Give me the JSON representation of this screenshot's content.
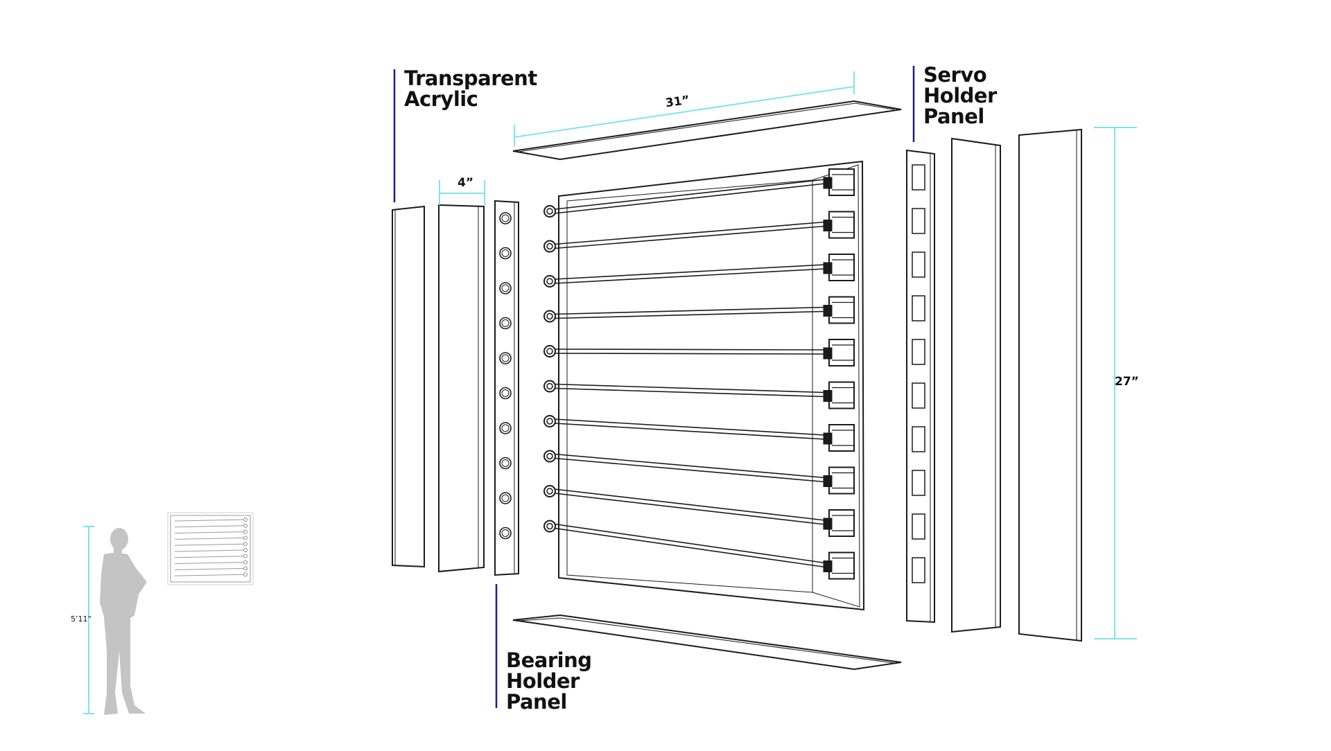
{
  "labels": {
    "transparent_acrylic": [
      "Transparent",
      "Acrylic"
    ],
    "servo_holder_panel": [
      "Servo",
      "Holder",
      "Panel"
    ],
    "bearing_holder_panel": [
      "Bearing",
      "Holder",
      "Panel"
    ]
  },
  "dimensions": {
    "width": "31”",
    "depth": "4”",
    "height": "27”",
    "person_height": "5’11”"
  },
  "colors": {
    "dimension_line": "#7fe3ec",
    "callout_line": "#1c1c8c",
    "outline": "#1a1a1a",
    "silhouette": "#c4c4c4"
  },
  "counts": {
    "rods": 10,
    "servos": 10,
    "bearing_holes": 10,
    "servo_slots": 10
  }
}
